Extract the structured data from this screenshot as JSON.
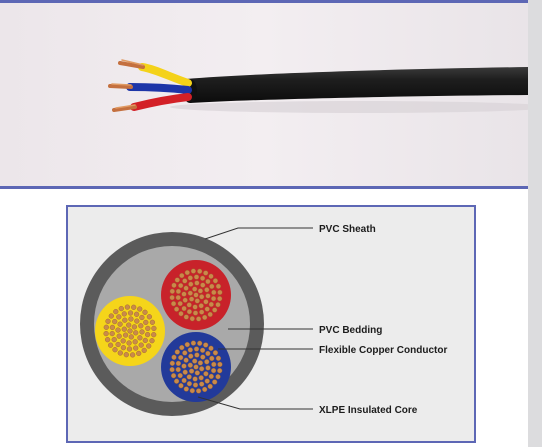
{
  "photo": {
    "description_name": "three-core-cable-photo",
    "colors": {
      "background": "#eee9ec",
      "sheath": "#1b1b1b",
      "core_yellow": "#f4d21a",
      "core_blue": "#1d35a8",
      "core_red": "#d32027",
      "copper": "#c4703f"
    }
  },
  "diagram": {
    "labels": {
      "sheath": "PVC Sheath",
      "bedding": "PVC Bedding",
      "conductor": "Flexible Copper Conductor",
      "core": "XLPE Insulated Core"
    },
    "colors": {
      "frame": "#5d67b5",
      "outer_sheath": "#5b5b5b",
      "bedding": "#a9a9a9",
      "red_core": "#c8222a",
      "yellow_core": "#f5d51a",
      "blue_core": "#223a9a",
      "copper": "#c98a4a"
    }
  }
}
